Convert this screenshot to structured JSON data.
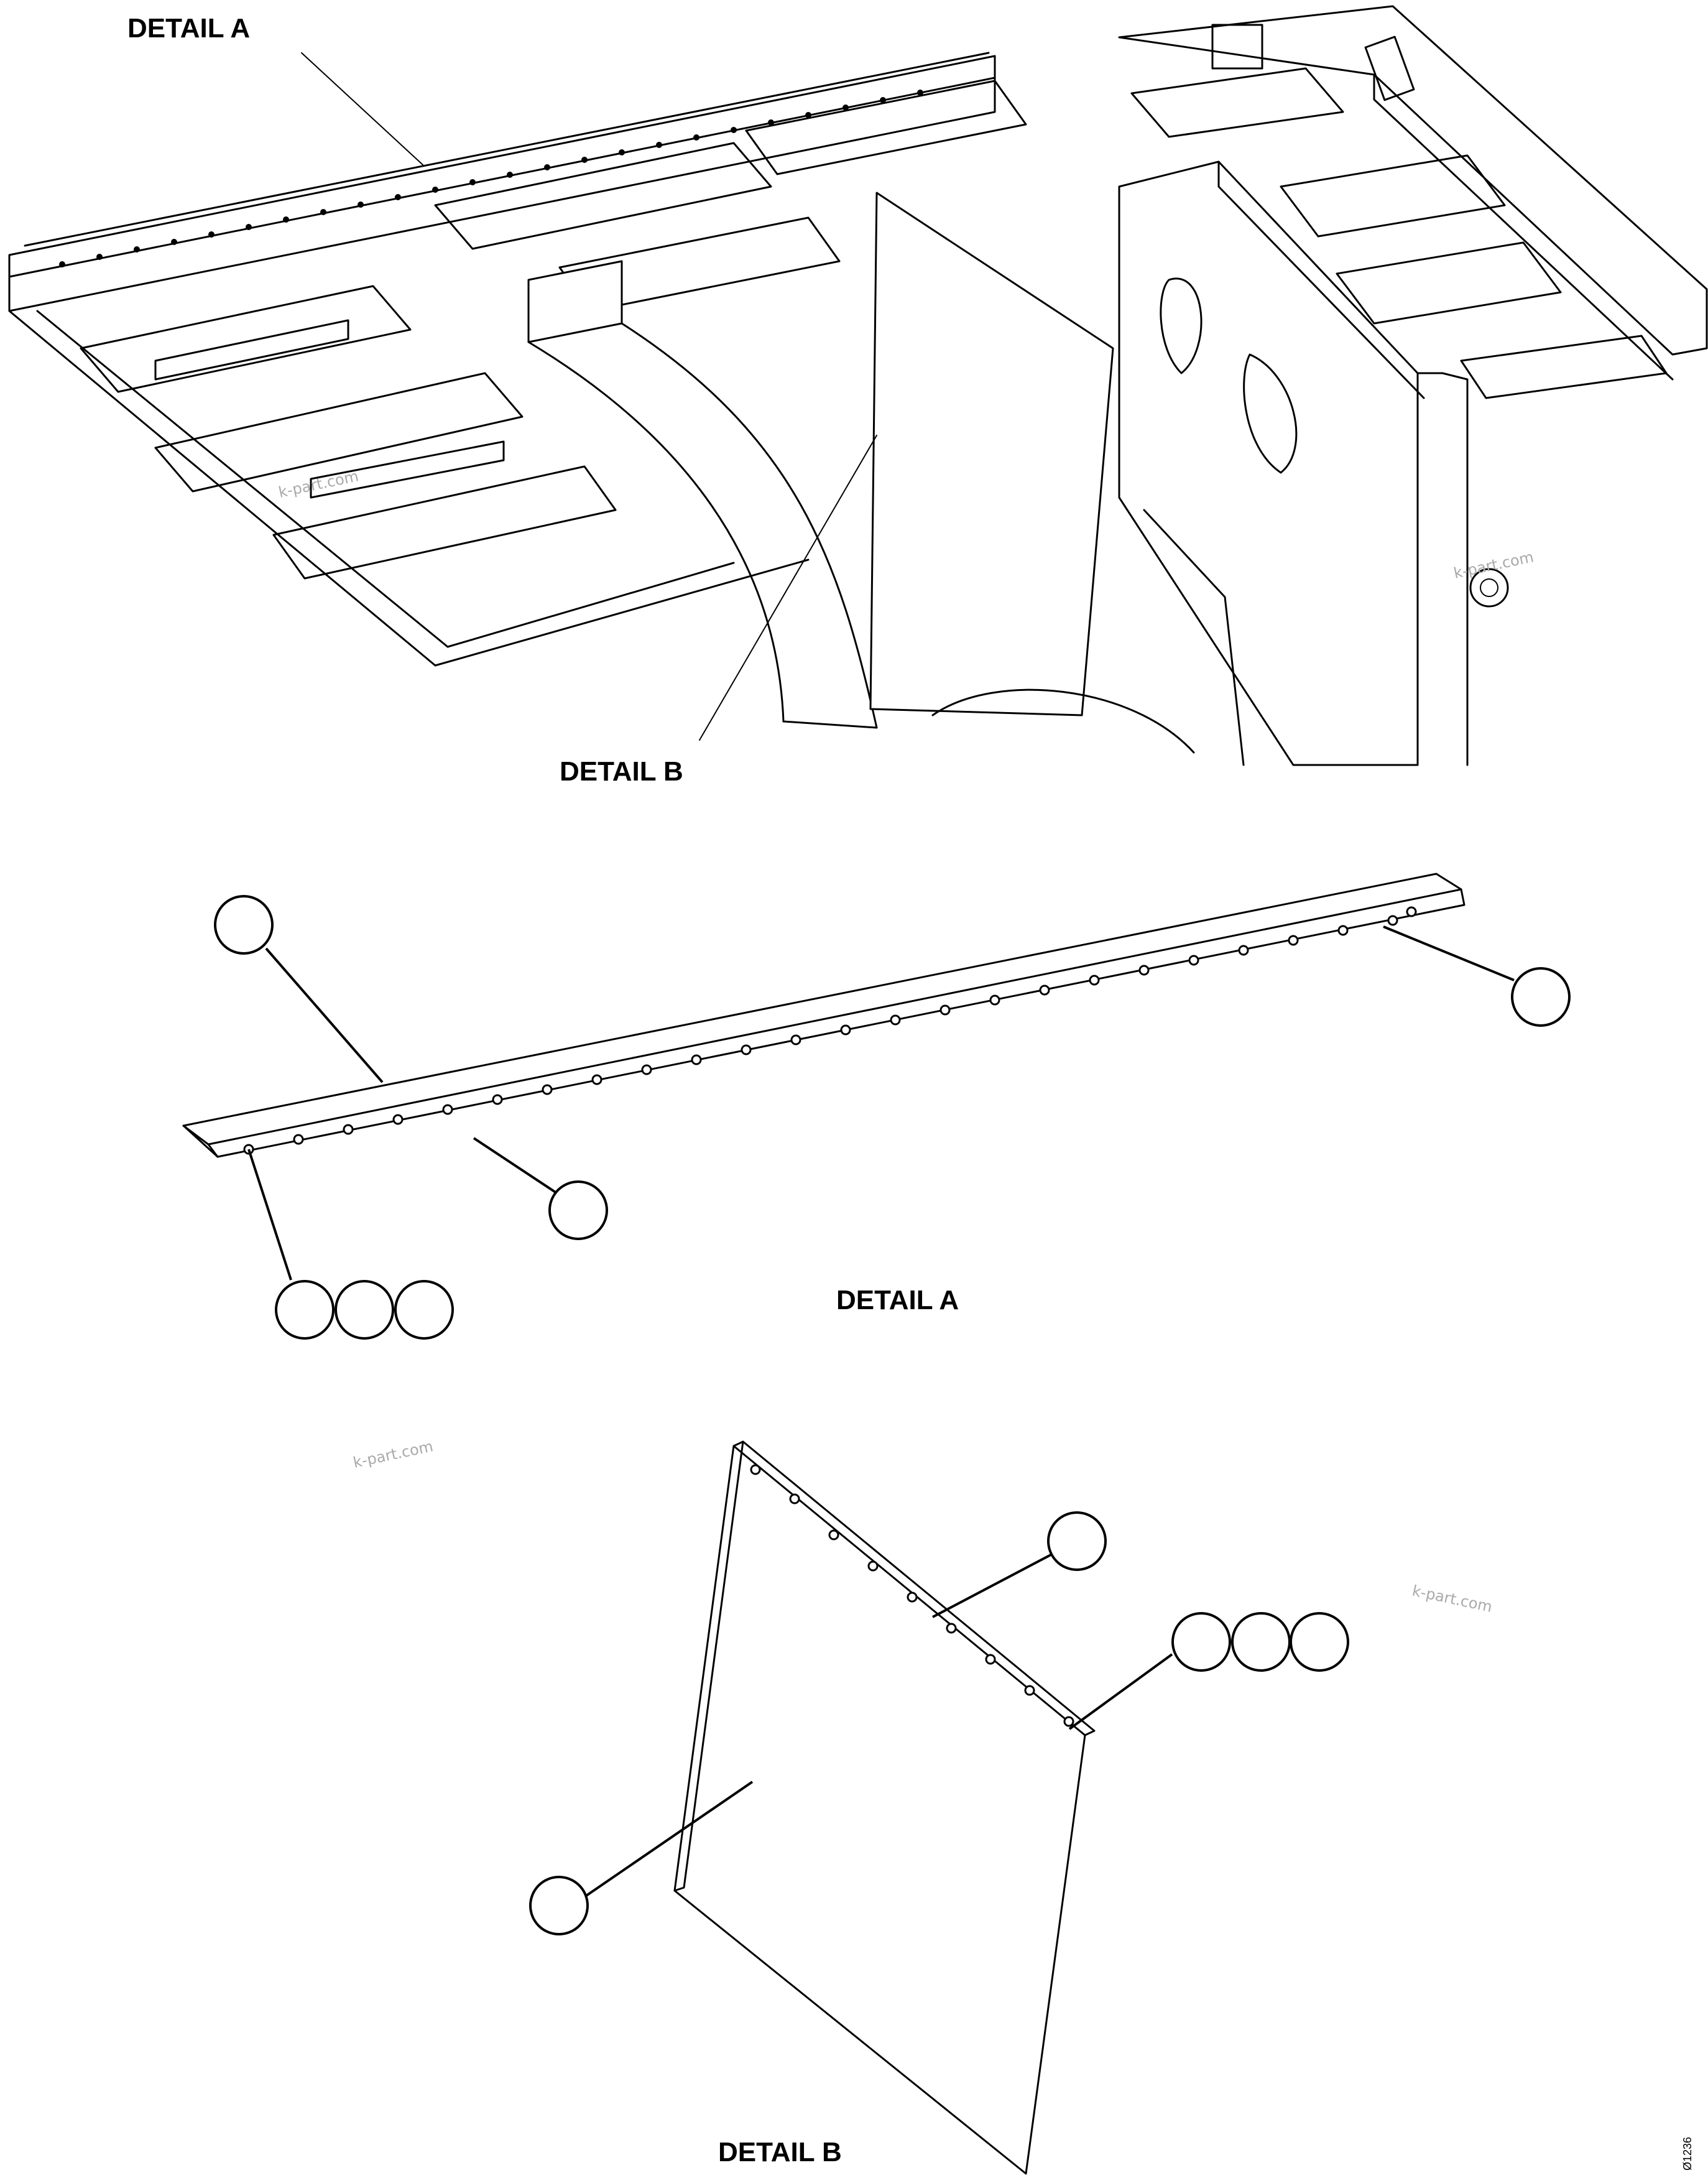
{
  "labels": {
    "detail_a_top": "DETAIL A",
    "detail_b_top": "DETAIL B",
    "detail_a_view": "DETAIL A",
    "detail_b_view": "DETAIL B"
  },
  "watermarks": [
    "k-part.com",
    "k-part.com",
    "k-part.com",
    "k-part.com"
  ],
  "figure_code": "Ø1236",
  "callouts": {
    "detail_a": [
      "",
      "",
      "",
      "",
      "",
      ""
    ],
    "detail_b": [
      "",
      "",
      "",
      "",
      "",
      ""
    ]
  },
  "colors": {
    "ink": "#000000",
    "paper": "#ffffff",
    "watermark": "#aaaaaa"
  }
}
